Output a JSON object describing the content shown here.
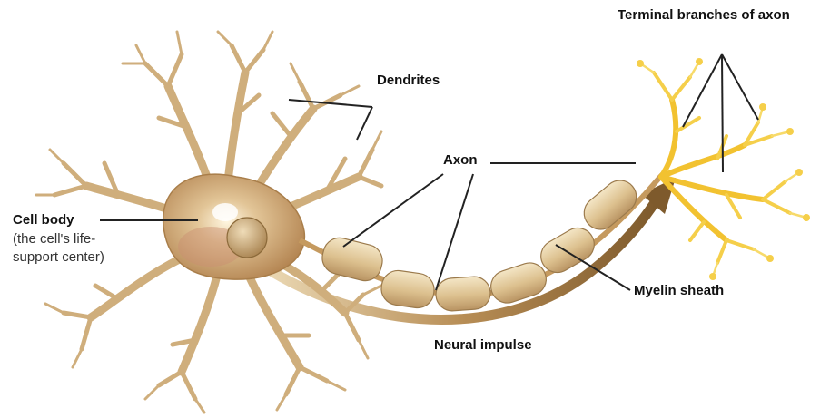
{
  "labels": {
    "terminal_branches": "Terminal branches of axon",
    "dendrites": "Dendrites",
    "axon": "Axon",
    "cell_body": "Cell body",
    "cell_body_note_line1": "(the cell's life-",
    "cell_body_note_line2": "support center)",
    "myelin_sheath": "Myelin sheath",
    "neural_impulse": "Neural impulse"
  },
  "colors": {
    "neuron_body": "#d8bb8c",
    "neuron_dark": "#a97e4a",
    "nucleus": "#c9a778",
    "myelin": "#e3cfa6",
    "terminal": "#f2c230",
    "terminal_core": "#e89a1e",
    "impulse_arrow": "#8c6a3a",
    "leader_lines": "#222222"
  }
}
